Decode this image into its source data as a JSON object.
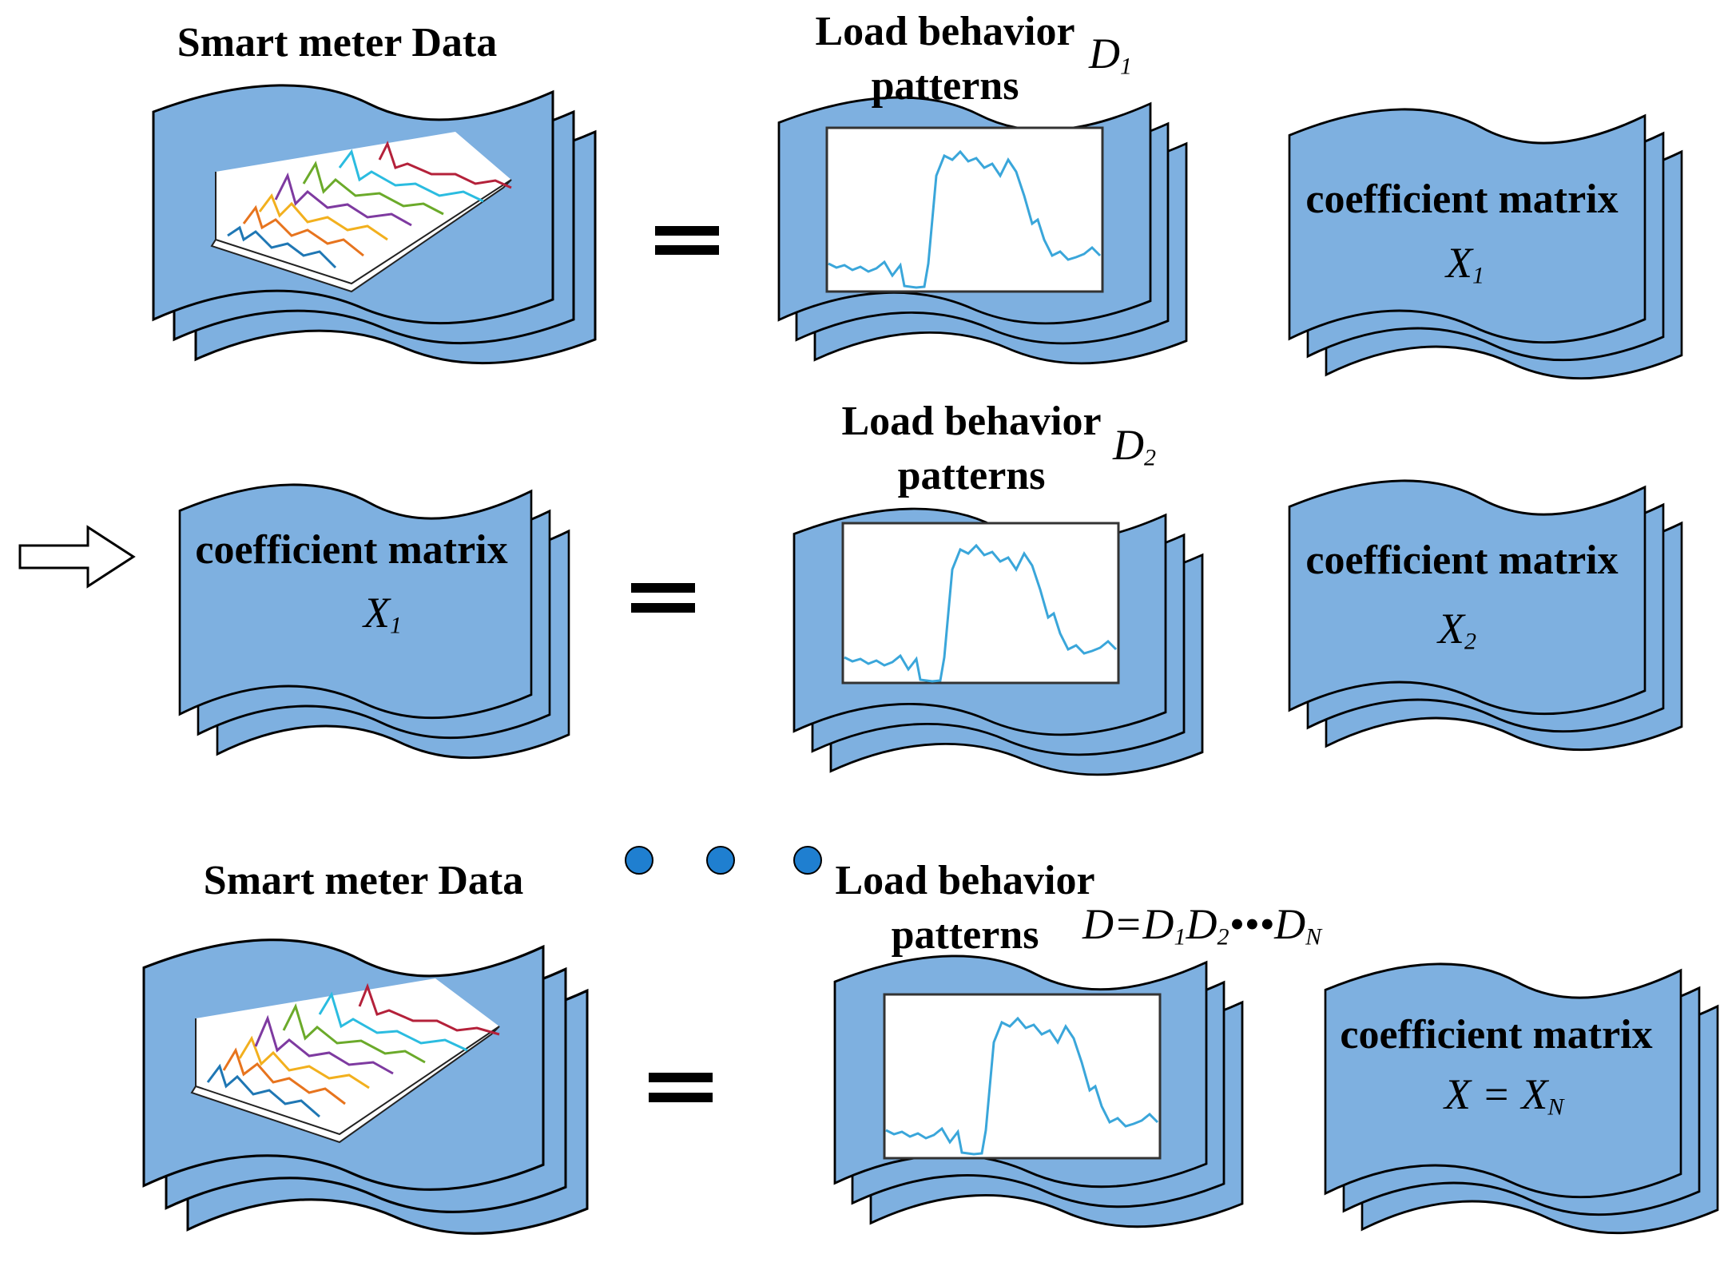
{
  "labels": {
    "smart_meter_1": "Smart meter Data",
    "smart_meter_2": "Smart meter Data",
    "load_behavior_1a": "Load behavior",
    "load_behavior_1b": "patterns",
    "load_behavior_2a": "Load behavior",
    "load_behavior_2b": "patterns",
    "load_behavior_3a": "Load behavior",
    "load_behavior_3b": "patterns",
    "coef_1": "coefficient matrix",
    "coef_2": "coefficient matrix",
    "coef_3": "coefficient matrix",
    "coef_4": "coefficient matrix"
  },
  "math": {
    "d1_base": "D",
    "d1_sub": "1",
    "d2_base": "D",
    "d2_sub": "2",
    "x1a_base": "X",
    "x1a_sub": "1",
    "x1b_base": "X",
    "x1b_sub": "1",
    "x2_base": "X",
    "x2_sub": "2",
    "xn_prefix": "X = X",
    "xn_sub": "N",
    "d_eq_prefix": "D=D",
    "d_eq_sub1": "1",
    "d_eq_mid": "D",
    "d_eq_sub2": "2",
    "d_eq_dots": "•••D",
    "d_eq_subn": "N"
  },
  "colors": {
    "sheet_fill": "#7EB0E0",
    "sheet_stroke": "#000000",
    "dot_fill": "#1F7FD0",
    "line_plot": "#3AA6DA",
    "series": [
      "#1F77B4",
      "#E7741E",
      "#F2B01E",
      "#7E3AA0",
      "#6BAA2A",
      "#2BBCE0",
      "#B4213A"
    ]
  },
  "icons": {
    "arrow": "right-arrow-outline-icon",
    "equals": "equals-sign-icon",
    "ellipsis": "three-dots-icon"
  }
}
